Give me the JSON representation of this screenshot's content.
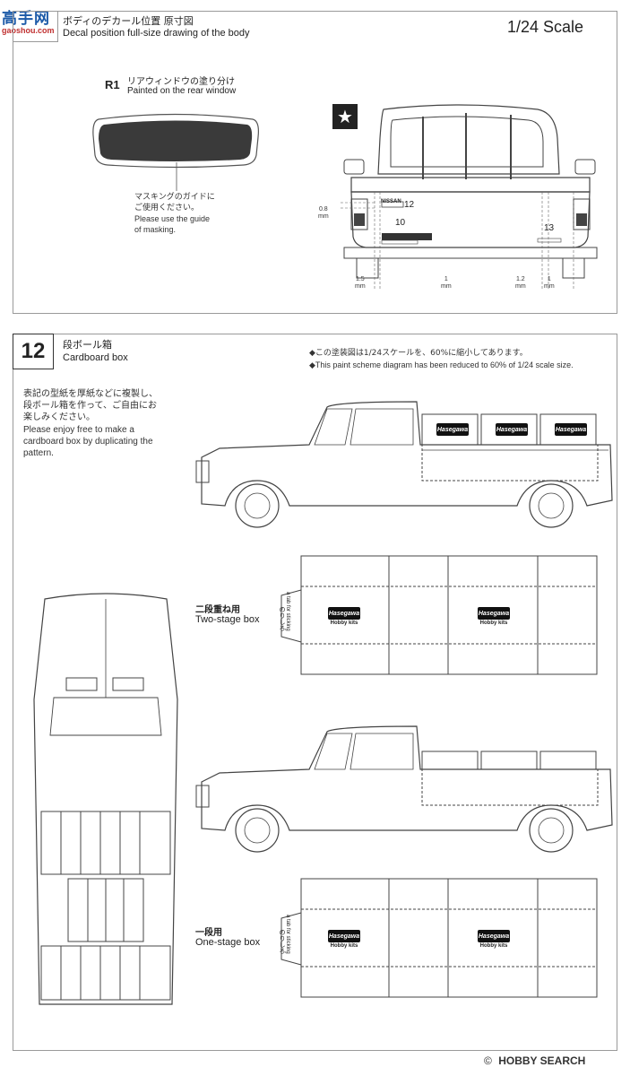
{
  "watermark": {
    "site_cn": "高手网",
    "site_url": "gaoshou.com"
  },
  "top_section": {
    "title_jp": "ボディのデカール位置 原寸図",
    "title_en": "Decal position full-size drawing of the body",
    "scale": "1/24 Scale",
    "r1_label": "R1",
    "r1_jp": "リアウィンドウの塗り分け",
    "r1_en": "Painted on the rear window",
    "masking_jp_1": "マスキングのガイドに",
    "masking_jp_2": "ご使用ください。",
    "masking_en_1": "Please use the guide",
    "masking_en_2": "of masking.",
    "decal_numbers": [
      "12",
      "10",
      "13"
    ],
    "badge_nissan": "NISSAN",
    "dimensions": [
      "0.8",
      "1.5",
      "1",
      "1.2",
      "1"
    ],
    "dim_unit": "mm"
  },
  "step12": {
    "number": "12",
    "title_jp": "段ボール箱",
    "title_en": "Cardboard box",
    "note_jp_1": "◆この塗装図は1/24スケールを、60%に縮小してあります。",
    "note_en_1": "◆This paint scheme diagram has been reduced to 60% of 1/24 scale size.",
    "desc_jp_1": "表記の型紙を厚紙などに複製し、",
    "desc_jp_2": "段ボール箱を作って、ご自由にお",
    "desc_jp_3": "楽しみください。",
    "desc_en_1": "Please enjoy free to make a",
    "desc_en_2": "cardboard box by duplicating the",
    "desc_en_3": "pattern.",
    "two_stage_jp": "二段重ね用",
    "two_stage_en": "Two-stage box",
    "one_stage_jp": "一段用",
    "one_stage_en": "One-stage box",
    "glue_jp": "のりしろ",
    "glue_en": "a tab for sticking",
    "brand": "Hasegawa",
    "brand_sub": "Hobby kits"
  },
  "footer": {
    "copyright": "©",
    "brand": "HOBBY SEARCH"
  }
}
